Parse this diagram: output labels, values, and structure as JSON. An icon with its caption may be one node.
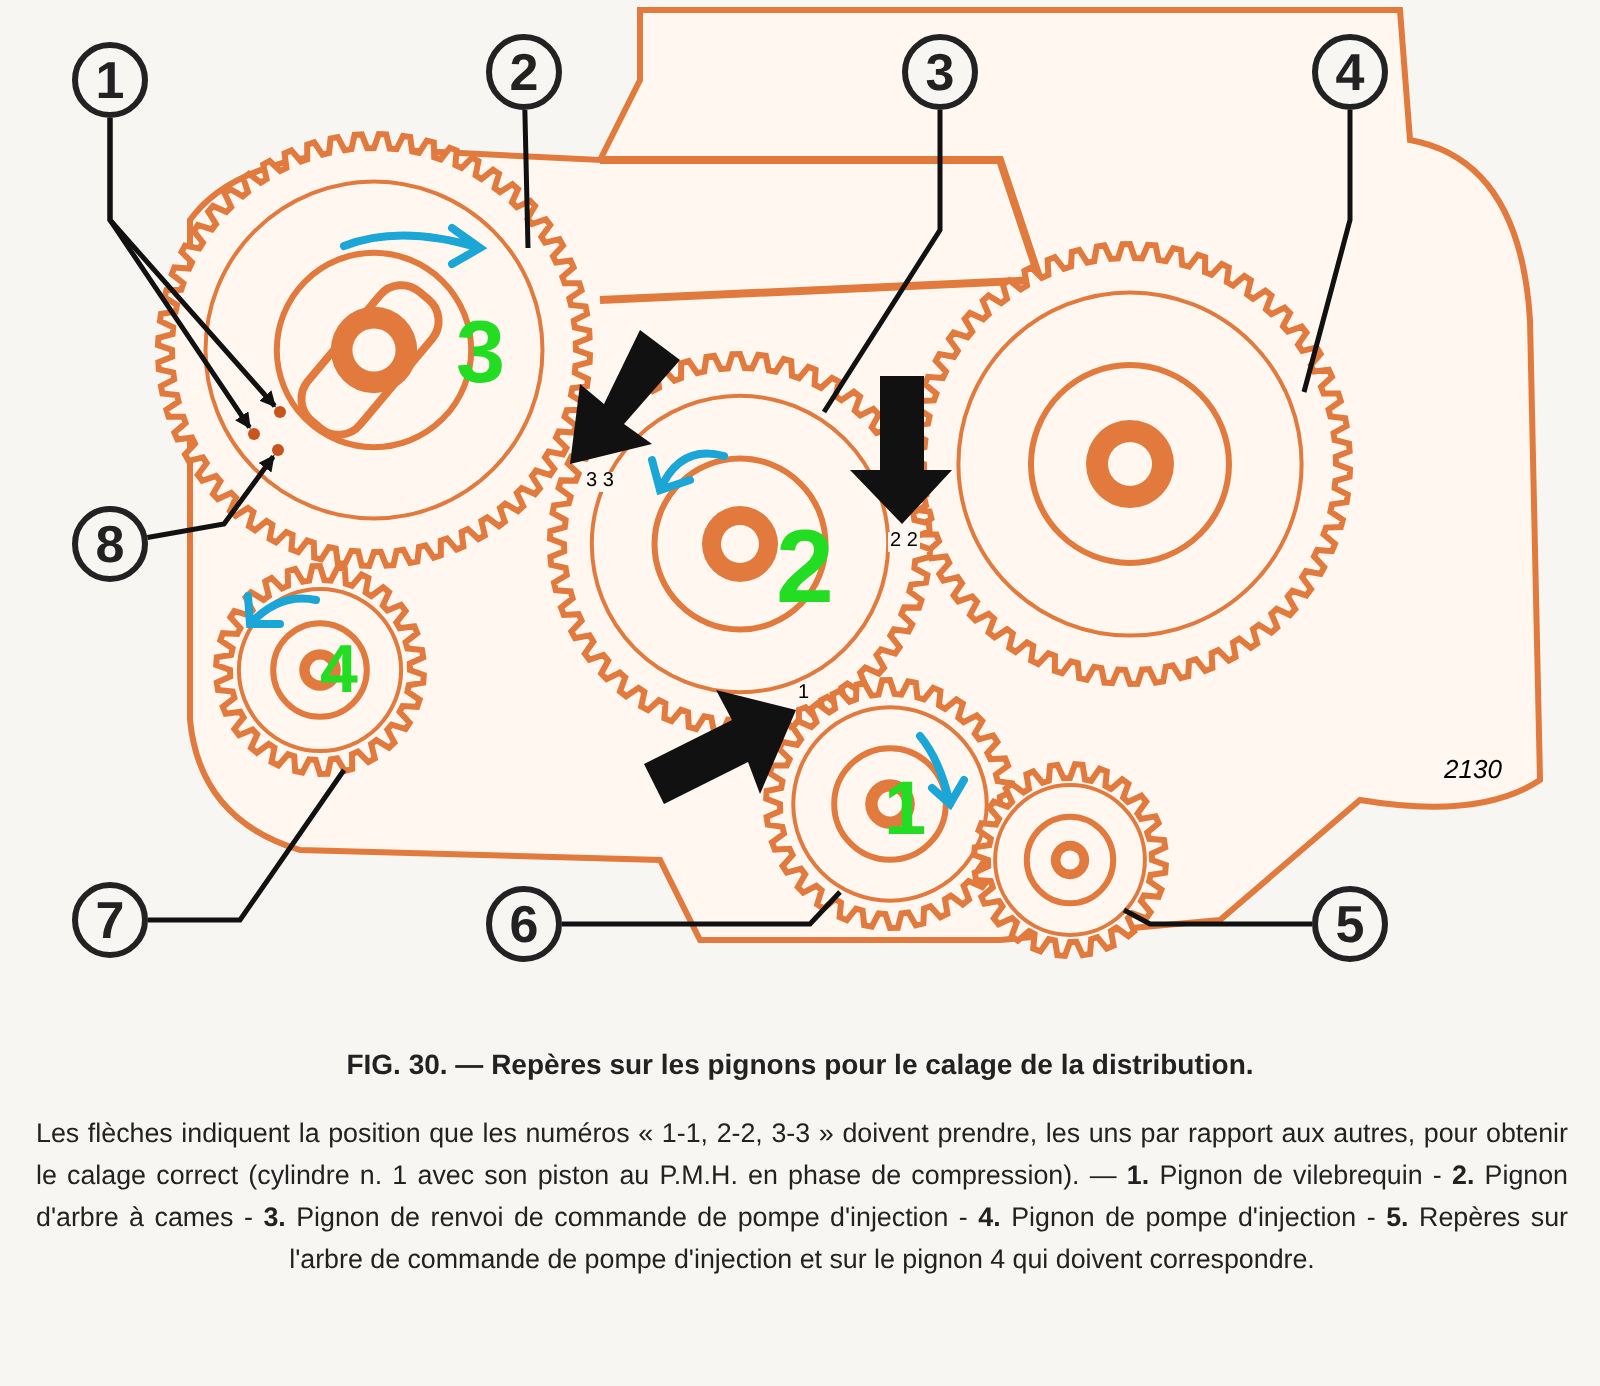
{
  "diagram": {
    "title": "FIG. 30. — Repères sur les pignons pour le calage de la distribution.",
    "caption": "Les flèches indiquent la position que les numéros « 1-1, 2-2, 3-3 » doivent prendre, les uns par rapport aux autres, pour obtenir le calage correct (cylindre n. 1 avec son piston au P.M.H. en phase de compression). — **1.** Pignon de vilebrequin - **2.** Pignon d'arbre à cames - **3.** Pignon de renvoi de commande de pompe d'injection - **4.** Pignon de pompe d'injection - **5.** Repères sur l'arbre de commande de pompe d'injection et sur le pignon 4 qui doivent correspondre.",
    "nodes": [
      {
        "text": [
          "1"
        ]
      },
      {
        "text": [
          "2"
        ]
      },
      {
        "text": [
          "3"
        ]
      },
      {
        "text": [
          "4"
        ]
      },
      {
        "text": [
          "8"
        ]
      },
      {
        "text": [
          "7"
        ]
      },
      {
        "text": [
          "6"
        ]
      },
      {
        "text": [
          "5"
        ]
      },
      {
        "text": [],
        "shape": "circle"
      },
      {
        "text": [],
        "shape": "circle"
      },
      {
        "text": [],
        "shape": "circle"
      }
    ],
    "edges": [
      {
        "from": 0,
        "to": 8,
        "arrow": "to"
      },
      {
        "from": 0,
        "to": 9,
        "arrow": "to"
      },
      {
        "from": 1,
        "to": null,
        "arrow": "none"
      },
      {
        "from": 2,
        "to": null,
        "arrow": "none"
      },
      {
        "from": 3,
        "to": null,
        "arrow": "none"
      },
      {
        "from": 4,
        "to": 10,
        "arrow": "to"
      },
      {
        "from": 5,
        "to": null,
        "arrow": "none"
      },
      {
        "from": 6,
        "to": null,
        "arrow": "none"
      },
      {
        "from": 7,
        "to": null,
        "arrow": "none"
      }
    ],
    "labels": [
      "3",
      "3 3",
      "2 2",
      "2",
      "4",
      "1",
      "1",
      "2130"
    ]
  }
}
